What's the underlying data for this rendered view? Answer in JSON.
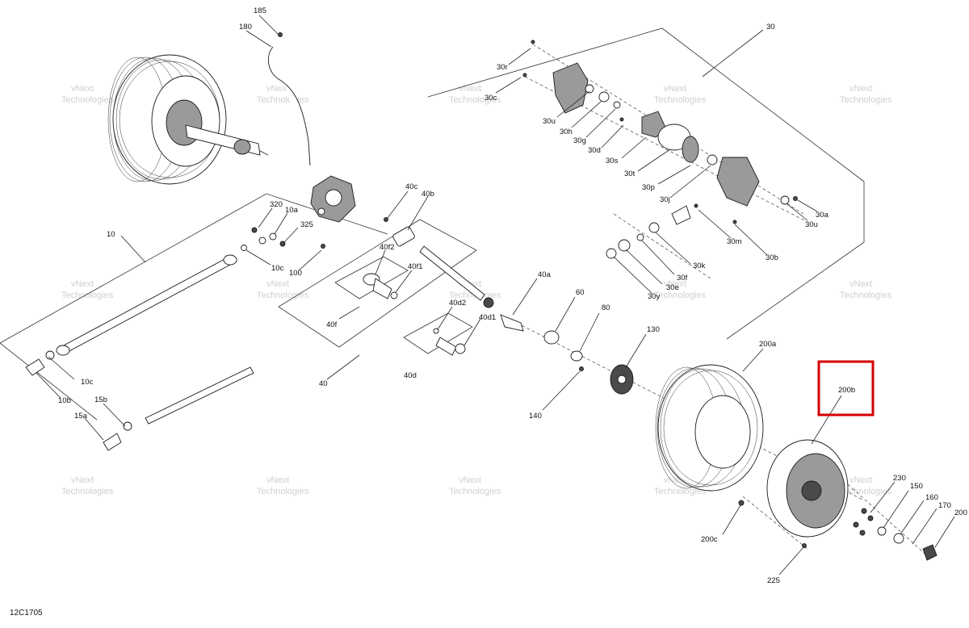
{
  "drawing": {
    "id": "12C1705",
    "watermark_line1": "vNext",
    "watermark_line2": "Technologies",
    "highlight_color": "#d40000"
  },
  "callouts": [
    "185",
    "180",
    "30",
    "30r",
    "30c",
    "30u",
    "30h",
    "30g",
    "30d",
    "30s",
    "30t",
    "30p",
    "30j",
    "30a",
    "30u",
    "30m",
    "30b",
    "30k",
    "30e",
    "30f",
    "30y",
    "10",
    "320",
    "10a",
    "325",
    "10c",
    "100",
    "10c",
    "10b",
    "15b",
    "15a",
    "40c",
    "40b",
    "40f2",
    "40f1",
    "40f",
    "40a",
    "40d2",
    "40d1",
    "40d",
    "40",
    "60",
    "80",
    "130",
    "140",
    "200a",
    "200b",
    "200c",
    "230",
    "150",
    "160",
    "170",
    "200",
    "225"
  ],
  "highlighted_callout": "200b"
}
